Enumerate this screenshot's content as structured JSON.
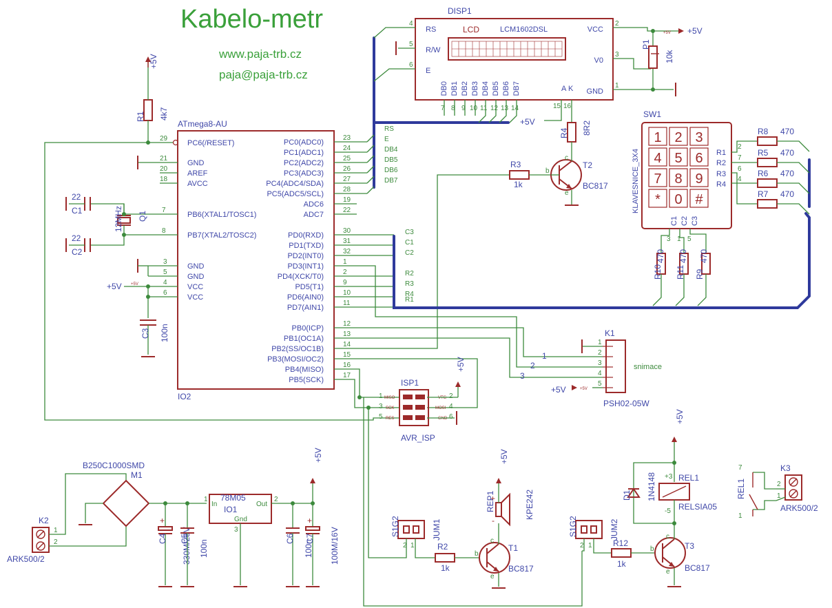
{
  "header": {
    "title": "Kabelo-metr",
    "website": "www.paja-trb.cz",
    "email": "paja@paja-trb.cz"
  },
  "power": {
    "vcc": "+5V",
    "vcc_small": "+5V"
  },
  "mcu": {
    "name": "ATmega8-AU",
    "ref": "IO2",
    "left_pins": [
      {
        "num": "29",
        "name": "PC6(/RESET)"
      },
      {
        "num": "21",
        "name": "GND"
      },
      {
        "num": "20",
        "name": "AREF"
      },
      {
        "num": "18",
        "name": "AVCC"
      },
      {
        "num": "7",
        "name": "PB6(XTAL1/TOSC1)"
      },
      {
        "num": "8",
        "name": "PB7(XTAL2/TOSC2)"
      },
      {
        "num": "3",
        "name": "GND"
      },
      {
        "num": "5",
        "name": "GND"
      },
      {
        "num": "4",
        "name": "VCC"
      },
      {
        "num": "6",
        "name": "VCC"
      }
    ],
    "right_pins": [
      {
        "num": "23",
        "name": "PC0(ADC0)",
        "net": "RS"
      },
      {
        "num": "24",
        "name": "PC1(ADC1)",
        "net": "E"
      },
      {
        "num": "25",
        "name": "PC2(ADC2)",
        "net": "DB4"
      },
      {
        "num": "26",
        "name": "PC3(ADC3)",
        "net": "DB5"
      },
      {
        "num": "27",
        "name": "PC4(ADC4/SDA)",
        "net": "DB6"
      },
      {
        "num": "28",
        "name": "PC5(ADC5/SCL)",
        "net": "DB7"
      },
      {
        "num": "19",
        "name": "ADC6",
        "net": ""
      },
      {
        "num": "22",
        "name": "ADC7",
        "net": ""
      },
      {
        "num": "30",
        "name": "PD0(RXD)",
        "net": "C3"
      },
      {
        "num": "31",
        "name": "PD1(TXD)",
        "net": "C1"
      },
      {
        "num": "32",
        "name": "PD2(INT0)",
        "net": "C2"
      },
      {
        "num": "1",
        "name": "PD3(INT1)",
        "net": ""
      },
      {
        "num": "2",
        "name": "PD4(XCK/T0)",
        "net": "R2"
      },
      {
        "num": "9",
        "name": "PD5(T1)",
        "net": "R3"
      },
      {
        "num": "10",
        "name": "PD6(AIN0)",
        "net": "R4"
      },
      {
        "num": "11",
        "name": "PD7(AIN1)",
        "net": "R1"
      },
      {
        "num": "12",
        "name": "PB0(ICP)",
        "net": ""
      },
      {
        "num": "13",
        "name": "PB1(OC1A)",
        "net": ""
      },
      {
        "num": "14",
        "name": "PB2(SS/OC1B)",
        "net": ""
      },
      {
        "num": "15",
        "name": "PB3(MOSI/OC2)",
        "net": ""
      },
      {
        "num": "16",
        "name": "PB4(MISO)",
        "net": ""
      },
      {
        "num": "17",
        "name": "PB5(SCK)",
        "net": ""
      }
    ]
  },
  "display": {
    "ref": "DISP1",
    "model": "LCM1602DSL",
    "label": "LCD",
    "left_pins": [
      {
        "num": "4",
        "name": "RS"
      },
      {
        "num": "5",
        "name": "R/W"
      },
      {
        "num": "6",
        "name": "E"
      }
    ],
    "right_pins": [
      {
        "num": "2",
        "name": "VCC"
      },
      {
        "num": "3",
        "name": "V0"
      },
      {
        "num": "1",
        "name": "GND"
      }
    ],
    "data_pins": [
      "DB0",
      "DB1",
      "DB2",
      "DB3",
      "DB4",
      "DB5",
      "DB6",
      "DB7"
    ],
    "data_nums": [
      "7",
      "8",
      "9",
      "10",
      "11",
      "12",
      "13",
      "14"
    ],
    "bl_pins": [
      "A",
      "K"
    ],
    "bl_nums": [
      "15",
      "16"
    ]
  },
  "components": {
    "R1": {
      "ref": "R1",
      "value": "4k7"
    },
    "R2": {
      "ref": "R2",
      "value": "1k"
    },
    "R3": {
      "ref": "R3",
      "value": "1k"
    },
    "R4": {
      "ref": "R4",
      "value": "8R2"
    },
    "R5": {
      "ref": "R5",
      "value": "470"
    },
    "R6": {
      "ref": "R6",
      "value": "470"
    },
    "R7": {
      "ref": "R7",
      "value": "470"
    },
    "R8": {
      "ref": "R8",
      "value": "470"
    },
    "R9": {
      "ref": "R9",
      "value": "470"
    },
    "R10": {
      "ref": "R10",
      "value": "470"
    },
    "R11": {
      "ref": "R11",
      "value": "470"
    },
    "R12": {
      "ref": "R12",
      "value": "1k"
    },
    "P1": {
      "ref": "P1",
      "value": "10k"
    },
    "C1": {
      "ref": "C1",
      "value": "22"
    },
    "C2": {
      "ref": "C2",
      "value": "22"
    },
    "C3": {
      "ref": "C3",
      "value": "100n"
    },
    "C4": {
      "ref": "C4",
      "value": "330M/25V"
    },
    "C5": {
      "ref": "C5",
      "value": "100n"
    },
    "C6": {
      "ref": "C6",
      "value": "100n"
    },
    "C7": {
      "ref": "C7",
      "value": "100M/16V"
    },
    "Q1": {
      "ref": "Q1",
      "value": "12MHz"
    },
    "T1": {
      "ref": "T1",
      "value": "BC817"
    },
    "T2": {
      "ref": "T2",
      "value": "BC817"
    },
    "T3": {
      "ref": "T3",
      "value": "BC817"
    },
    "D1": {
      "ref": "D1",
      "value": "1N4148"
    },
    "M1": {
      "value": "B250C1000SMD",
      "ref": "M1"
    },
    "IO1": {
      "ref": "IO1",
      "value": "78M05",
      "in": "In",
      "out": "Out",
      "gnd": "Gnd"
    },
    "REP1": {
      "ref": "REP1",
      "value": "KPE242"
    },
    "REL1": {
      "ref": "REL1",
      "value": "RELSIA05"
    },
    "JUM1": {
      "ref": "JUM1",
      "value": "S1G2"
    },
    "JUM2": {
      "ref": "JUM2",
      "value": "S1G2"
    },
    "K1": {
      "ref": "K1",
      "value": "PSH02-05W",
      "label": "snimace"
    },
    "K2": {
      "ref": "K2",
      "value": "ARK500/2"
    },
    "K3": {
      "ref": "K3",
      "value": "ARK500/2"
    },
    "ISP1": {
      "ref": "ISP1",
      "value": "AVR_ISP"
    }
  },
  "keypad": {
    "ref": "SW1",
    "value": "KLAVESNICE_3X4",
    "keys": [
      "1",
      "2",
      "3",
      "4",
      "5",
      "6",
      "7",
      "8",
      "9",
      "*",
      "0",
      "#"
    ],
    "row_labels": [
      "R1",
      "R2",
      "R3",
      "R4"
    ],
    "row_nums": [
      "2",
      "7",
      "6",
      "4"
    ],
    "col_labels": [
      "C1",
      "C2",
      "C3"
    ],
    "col_nums": [
      "3",
      "1",
      "5"
    ]
  },
  "isp": {
    "pins_left": [
      {
        "num": "1",
        "name": "MISO"
      },
      {
        "num": "3",
        "name": "SCK"
      },
      {
        "num": "5",
        "name": "RES"
      }
    ],
    "pins_right": [
      {
        "num": "2",
        "name": "VTG"
      },
      {
        "num": "4",
        "name": "MOSI"
      },
      {
        "num": "6",
        "name": "GND"
      }
    ]
  },
  "k1_pins": [
    "1",
    "2",
    "3",
    "4",
    "5"
  ],
  "k1_wire_labels": [
    "1",
    "2",
    "3"
  ],
  "relay_pins": {
    "plus": "+3",
    "minus": "-5",
    "contact_top": "7",
    "contact_bottom": "1"
  },
  "speaker_marks": {
    "plus": "+",
    "minus": "-"
  },
  "bus_labels": {
    "lcd": [
      "RS",
      "E",
      "DB4",
      "DB5",
      "DB6",
      "DB7"
    ],
    "kbd": [
      "C3",
      "C1",
      "C2",
      "R2",
      "R3",
      "R4",
      "R1"
    ]
  },
  "transistor_pins": {
    "b": "b",
    "c": "c",
    "e": "e"
  }
}
